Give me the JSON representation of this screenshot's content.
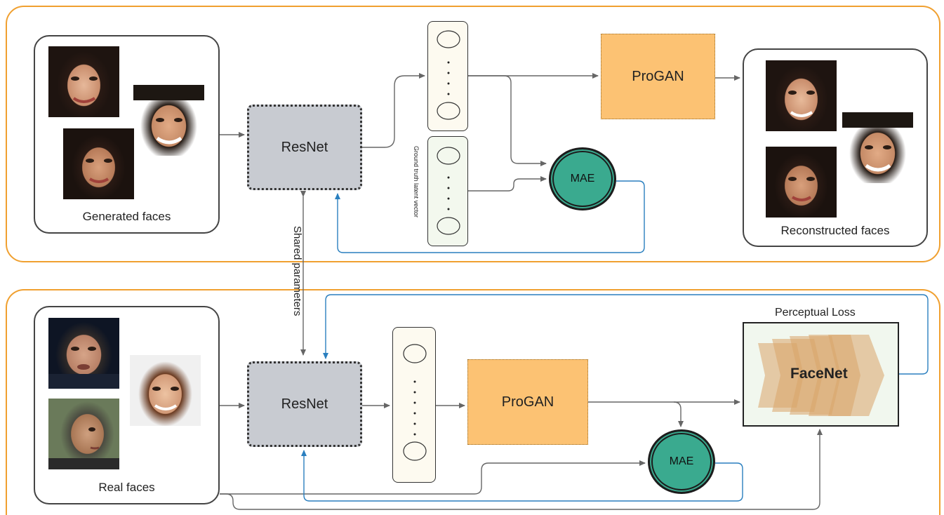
{
  "top": {
    "faces_caption": "Generated faces",
    "resnet_label": "ResNet",
    "latent_vertical_label": "Ground truth latent vector",
    "progan_label": "ProGAN",
    "mae_label": "MAE",
    "reconstructed_caption": "Reconstructed faces"
  },
  "shared_label": "Shared parameters",
  "bottom": {
    "faces_caption": "Real faces",
    "resnet_label": "ResNet",
    "progan_label": "ProGAN",
    "mae_label": "MAE",
    "perceptual_loss_label": "Perceptual Loss",
    "facenet_label": "FaceNet"
  },
  "colors": {
    "panel_border": "#f0a030",
    "resnet_fill": "#c8cbd1",
    "progan_fill": "#fcc273",
    "mae_fill": "#3aaa8f",
    "feedback_arrow": "#2a7fbf",
    "flow_arrow": "#666666"
  }
}
